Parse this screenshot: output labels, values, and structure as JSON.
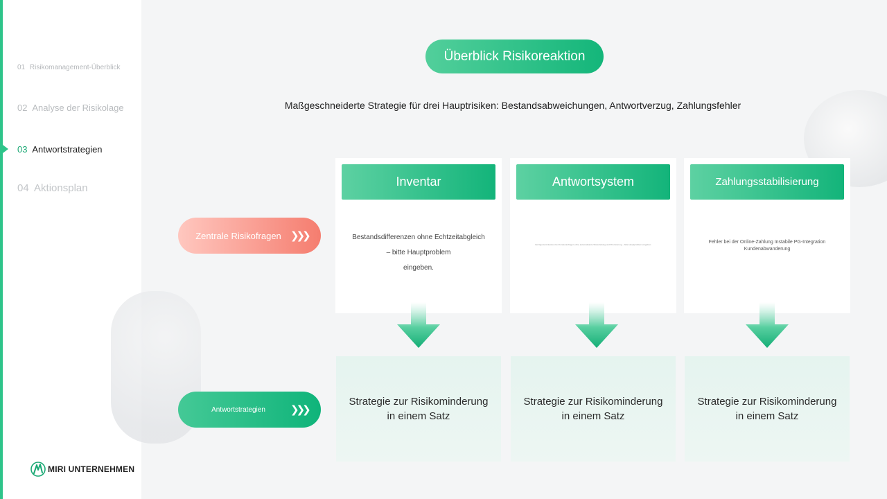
{
  "sidebar": {
    "items": [
      {
        "num": "01",
        "label": "Risikomanagement-Überblick"
      },
      {
        "num": "02",
        "label": "Analyse der Risikolage"
      },
      {
        "num": "03",
        "label": "Antwortstrategien"
      },
      {
        "num": "04",
        "label": "Aktionsplan"
      }
    ],
    "active_index": 2,
    "logo_text": "MIRI UNTERNEHMEN"
  },
  "main": {
    "title": "Überblick Risikoreaktion",
    "subtitle": "Maßgeschneiderte Strategie für drei Hauptrisiken: Bestandsabweichungen, Antwortverzug, Zahlungsfehler",
    "row_labels": {
      "risk": "Zentrale Risikofragen",
      "strategy": "Antwortstrategien",
      "chevrons": "❯❯❯"
    },
    "columns": [
      {
        "header": "Inventar",
        "text_lines": [
          "Bestandsdifferenzen ohne Echtzeitabgleich",
          "– bitte Hauptproblem",
          "eingeben."
        ],
        "strategy": [
          "Strategie zur Risikominderung",
          "in einem Satz"
        ]
      },
      {
        "header": "Antwortsystem",
        "text_lines": [
          "Verzögerte Antworten bei Kundenanfragen ohne automatisierte Weiterleitung und Priorisierung – bitte Hauptproblem eingeben."
        ],
        "strategy": [
          "Strategie zur Risikominderung",
          "in einem Satz"
        ]
      },
      {
        "header": "Zahlungsstabilisierung",
        "text_lines": [
          "Fehler bei der Online-Zahlung Instabile PG-Integration Kundenabwanderung"
        ],
        "strategy": [
          "Strategie zur Risikominderung",
          "in einem Satz"
        ]
      }
    ]
  },
  "colors": {
    "accent": "#1aa874",
    "header_gradient_start": "#5dd1a2",
    "header_gradient_end": "#13b47a",
    "risk_pill_start": "#ffc7bf",
    "risk_pill_end": "#f57d6f",
    "strategy_box": "#e5f4ef"
  }
}
